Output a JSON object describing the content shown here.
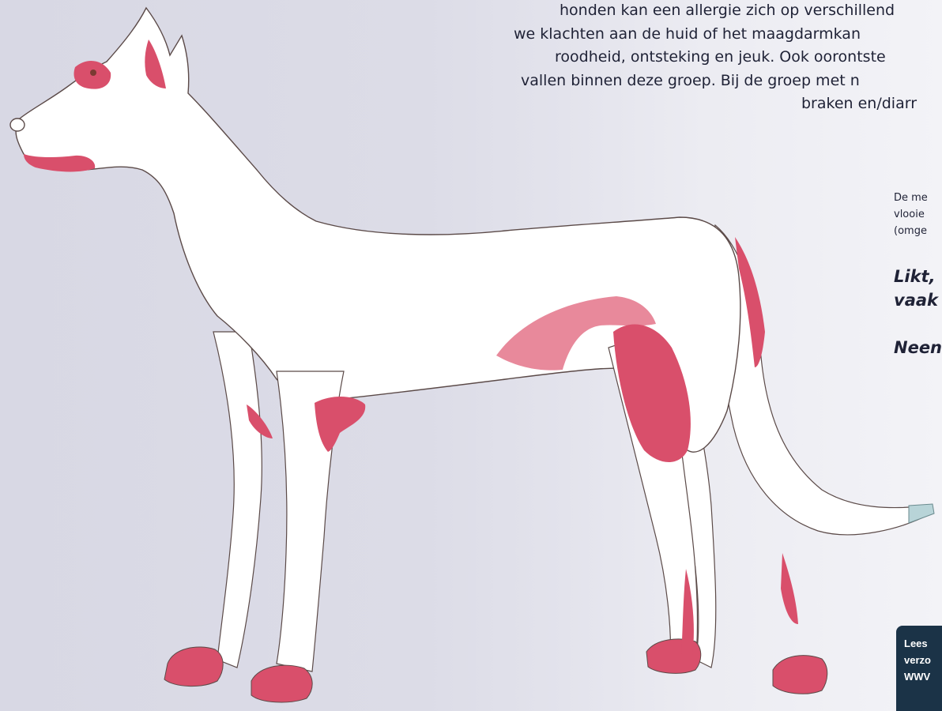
{
  "intro": {
    "lines": [
      "honden kan een allergie zich op verschillend",
      "we klachten aan de huid of het maagdarmkan",
      "roodheid, ontsteking en jeuk. Ook oorontste",
      "vallen binnen deze groep. Bij de groep met n",
      "braken en/diarr"
    ]
  },
  "side_note": {
    "lines": [
      "De me",
      "vlooie",
      "(omge"
    ]
  },
  "question": {
    "line1": "Likt,",
    "line2": "vaak",
    "answer": "Neen"
  },
  "cta": {
    "line1": "Lees",
    "line2": "verzo",
    "line3": "WWV"
  },
  "colors": {
    "highlight": "#d94f6b",
    "highlight_light": "#e8899b",
    "dog_fill": "#ffffff",
    "outline": "#5b4a48",
    "cta_bg": "#1b3347"
  }
}
